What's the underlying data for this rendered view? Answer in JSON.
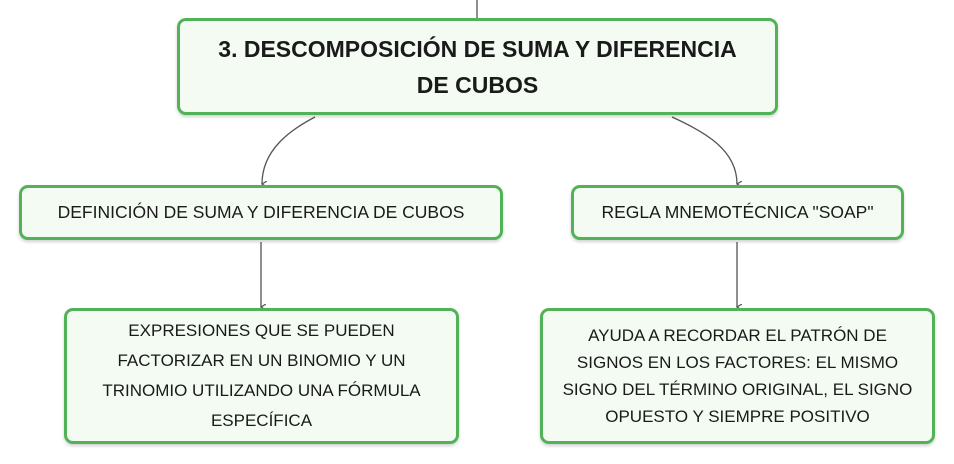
{
  "diagram": {
    "root": {
      "label": "3. DESCOMPOSICIÓN DE SUMA Y DIFERENCIA DE CUBOS"
    },
    "branches": [
      {
        "label": "DEFINICIÓN DE SUMA Y DIFERENCIA DE CUBOS",
        "child": "EXPRESIONES QUE SE PUEDEN FACTORIZAR EN UN BINOMIO Y UN TRINOMIO UTILIZANDO UNA FÓRMULA ESPECÍFICA"
      },
      {
        "label": "REGLA MNEMOTÉCNICA \"SOAP\"",
        "child": "AYUDA A RECORDAR EL PATRÓN DE SIGNOS EN LOS FACTORES: EL MISMO SIGNO DEL TÉRMINO ORIGINAL, EL SIGNO OPUESTO Y SIEMPRE POSITIVO"
      }
    ],
    "colors": {
      "node_border": "#52b257",
      "node_fill": "#f3fbf3",
      "connector": "#555555",
      "text": "#1a1a1a"
    }
  }
}
